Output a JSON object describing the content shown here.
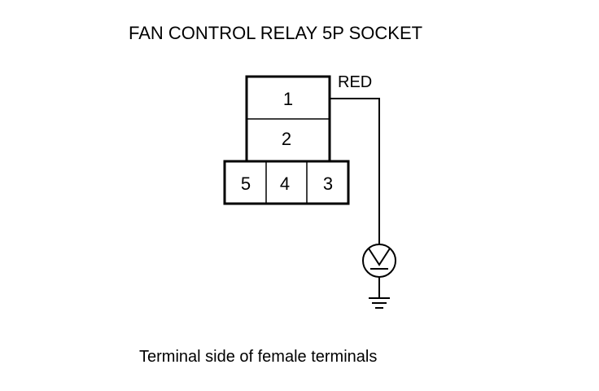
{
  "diagram": {
    "title": "FAN CONTROL RELAY 5P SOCKET",
    "terminals": {
      "t1": "1",
      "t2": "2",
      "t3": "3",
      "t4": "4",
      "t5": "5"
    },
    "wire_color": "RED",
    "meter_icon": "voltmeter-icon",
    "ground_icon": "ground-icon",
    "caption": "Terminal side of female terminals"
  }
}
